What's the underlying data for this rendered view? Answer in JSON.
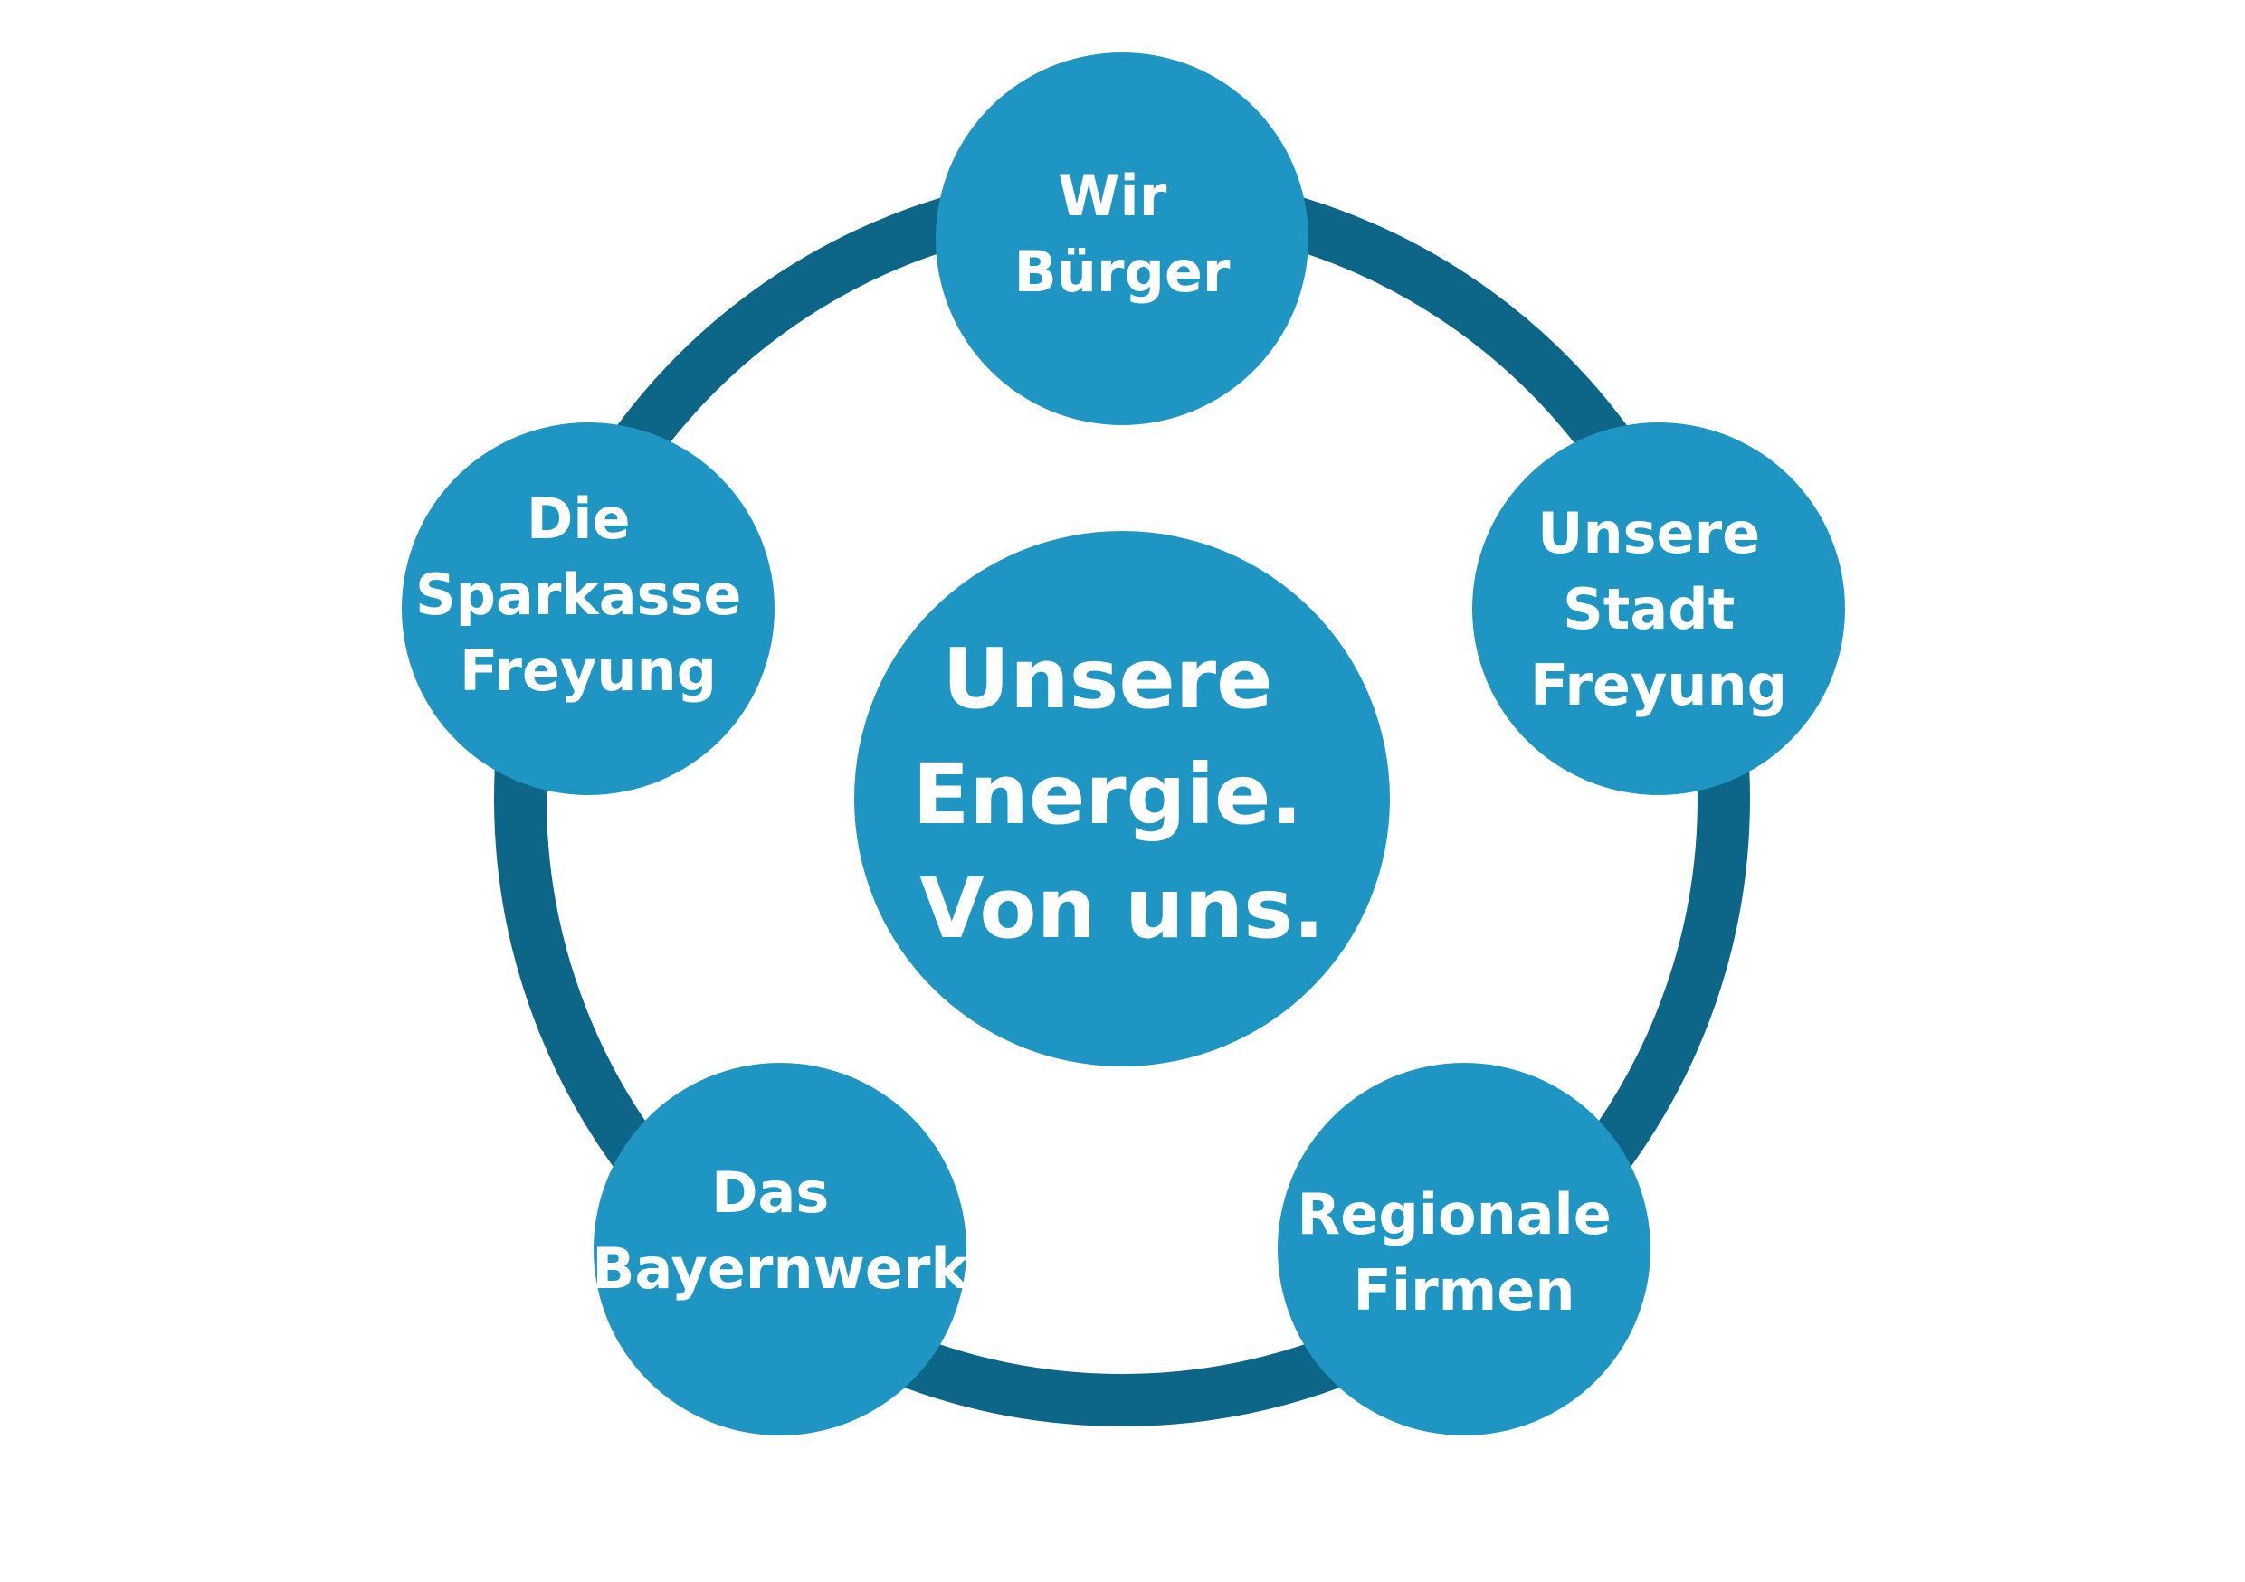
{
  "colors": {
    "background": "#ffffff",
    "node_fill": "#1f95c3",
    "ring_stroke": "#0d6588",
    "text": "#ffffff"
  },
  "center": {
    "lines": [
      "Unsere",
      "Energie.",
      "Von uns."
    ]
  },
  "nodes": [
    {
      "id": "wir-buerger",
      "lines": [
        "Wir",
        "Bürger"
      ]
    },
    {
      "id": "unsere-stadt-freyung",
      "lines": [
        "Unsere",
        "Stadt",
        "Freyung"
      ]
    },
    {
      "id": "regionale-firmen",
      "lines": [
        "Regionale",
        "Firmen"
      ]
    },
    {
      "id": "das-bayernwerk",
      "lines": [
        "Das",
        "Bayernwerk"
      ]
    },
    {
      "id": "sparkasse-freyung",
      "lines": [
        "Die",
        "Sparkasse",
        "Freyung"
      ]
    }
  ]
}
